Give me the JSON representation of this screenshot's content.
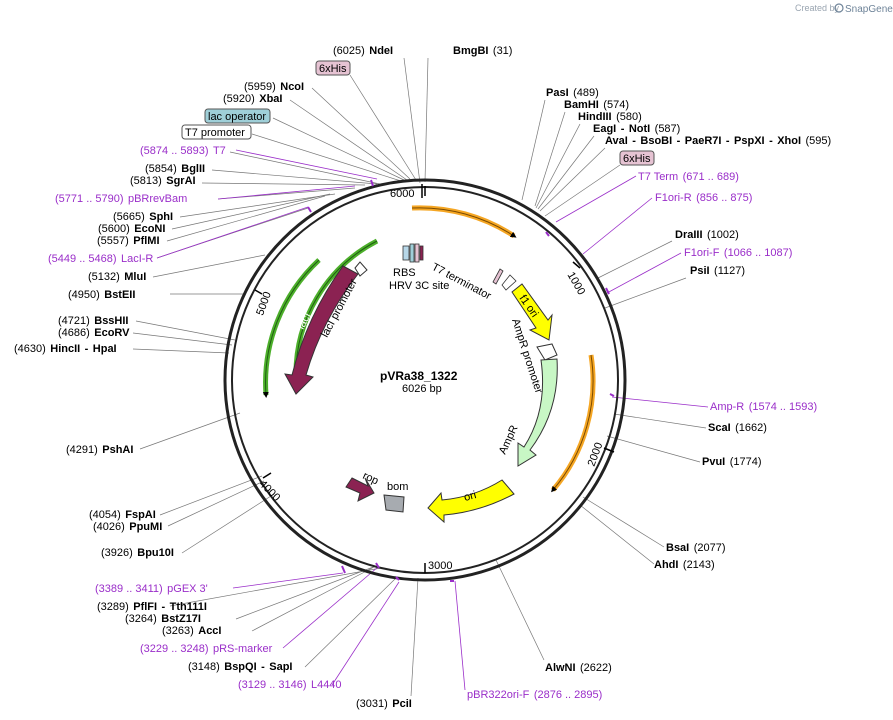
{
  "branding": {
    "created_by": "Created by",
    "logo_text": "SnapGene"
  },
  "plasmid": {
    "name": "pVRa38_1322",
    "length": "6026 bp"
  },
  "ticks": [
    "1000",
    "2000",
    "3000",
    "4000",
    "5000",
    "6000"
  ],
  "tags": {
    "his_top": "6xHis",
    "lac_operator": "lac operator",
    "t7_promoter": "T7 promoter",
    "his_right": "6xHis"
  },
  "sites_left": [
    {
      "pos": "(6025)",
      "name": "NdeI"
    },
    {
      "pos": "(5959)",
      "name": "NcoI"
    },
    {
      "pos": "(5920)",
      "name": "XbaI"
    },
    {
      "pos": "(5874 .. 5893)",
      "name": "T7"
    },
    {
      "pos": "(5854)",
      "name": "BglII"
    },
    {
      "pos": "(5813)",
      "name": "SgrAI"
    },
    {
      "pos": "(5771 .. 5790)",
      "name": "pBRrevBam"
    },
    {
      "pos": "(5665)",
      "name": "SphI"
    },
    {
      "pos": "(5600)",
      "name": "EcoNI"
    },
    {
      "pos": "(5557)",
      "name": "PflMI"
    },
    {
      "pos": "(5449 .. 5468)",
      "name": "LacI-R"
    },
    {
      "pos": "(5132)",
      "name": "MluI"
    },
    {
      "pos": "(4950)",
      "name": "BstEII"
    },
    {
      "pos": "(4721)",
      "name": "BssHII"
    },
    {
      "pos": "(4686)",
      "name": "EcoRV"
    },
    {
      "pos": "(4630)",
      "name": "HincII",
      "name2": "HpaI"
    },
    {
      "pos": "(4291)",
      "name": "PshAI"
    },
    {
      "pos": "(4054)",
      "name": "FspAI"
    },
    {
      "pos": "(4026)",
      "name": "PpuMI"
    },
    {
      "pos": "(3926)",
      "name": "Bpu10I"
    },
    {
      "pos": "(3389 .. 3411)",
      "name": "pGEX 3'"
    },
    {
      "pos": "(3289)",
      "name": "PflFI",
      "name2": "Tth111I"
    },
    {
      "pos": "(3264)",
      "name": "BstZ17I"
    },
    {
      "pos": "(3263)",
      "name": "AccI"
    },
    {
      "pos": "(3229 .. 3248)",
      "name": "pRS-marker"
    },
    {
      "pos": "(3148)",
      "name": "BspQI",
      "name2": "SapI"
    },
    {
      "pos": "(3129 .. 3146)",
      "name": "L4440"
    },
    {
      "pos": "(3031)",
      "name": "PciI"
    }
  ],
  "sites_right": [
    {
      "name": "BmgBI",
      "pos": "(31)"
    },
    {
      "name": "PasI",
      "pos": "(489)"
    },
    {
      "name": "BamHI",
      "pos": "(574)"
    },
    {
      "name": "HindIII",
      "pos": "(580)"
    },
    {
      "name": "EagI",
      "name2": "NotI",
      "pos": "(587)"
    },
    {
      "name": "AvaI",
      "name2": "BsoBI",
      "name3": "PaeR7I",
      "name4": "PspXI",
      "name5": "XhoI",
      "pos": "(595)"
    },
    {
      "name": "T7 Term",
      "pos": "(671 .. 689)"
    },
    {
      "name": "F1ori-R",
      "pos": "(856 .. 875)"
    },
    {
      "name": "DraIII",
      "pos": "(1002)"
    },
    {
      "name": "F1ori-F",
      "pos": "(1066 .. 1087)"
    },
    {
      "name": "PsiI",
      "pos": "(1127)"
    },
    {
      "name": "Amp-R",
      "pos": "(1574 .. 1593)"
    },
    {
      "name": "ScaI",
      "pos": "(1662)"
    },
    {
      "name": "PvuI",
      "pos": "(1774)"
    },
    {
      "name": "BsaI",
      "pos": "(2077)"
    },
    {
      "name": "AhdI",
      "pos": "(2143)"
    },
    {
      "name": "AlwNI",
      "pos": "(2622)"
    },
    {
      "name": "pBR322ori-F",
      "pos": "(2876 .. 2895)"
    }
  ],
  "features": {
    "rbs": "RBS",
    "hrv": "HRV 3C site",
    "t7_term": "T7 terminator",
    "f1_ori": "f1 ori",
    "ampr_promoter": "AmpR promoter",
    "ampr": "AmpR",
    "ori": "ori",
    "rop": "rop",
    "bom": "bom",
    "laci": "lacI",
    "laci_promoter": "lacI promoter"
  },
  "colors": {
    "backbone": "#222222",
    "primer_purple": "#9a2ec9",
    "laci": "#8b2252",
    "ampr": "#c8f7c5",
    "ori": "#ffff00",
    "orange_arc": "#f5a623",
    "green_arc": "#4caf2a",
    "tag_pink": "#e6c3d3",
    "tag_blue": "#9fcfd8"
  }
}
